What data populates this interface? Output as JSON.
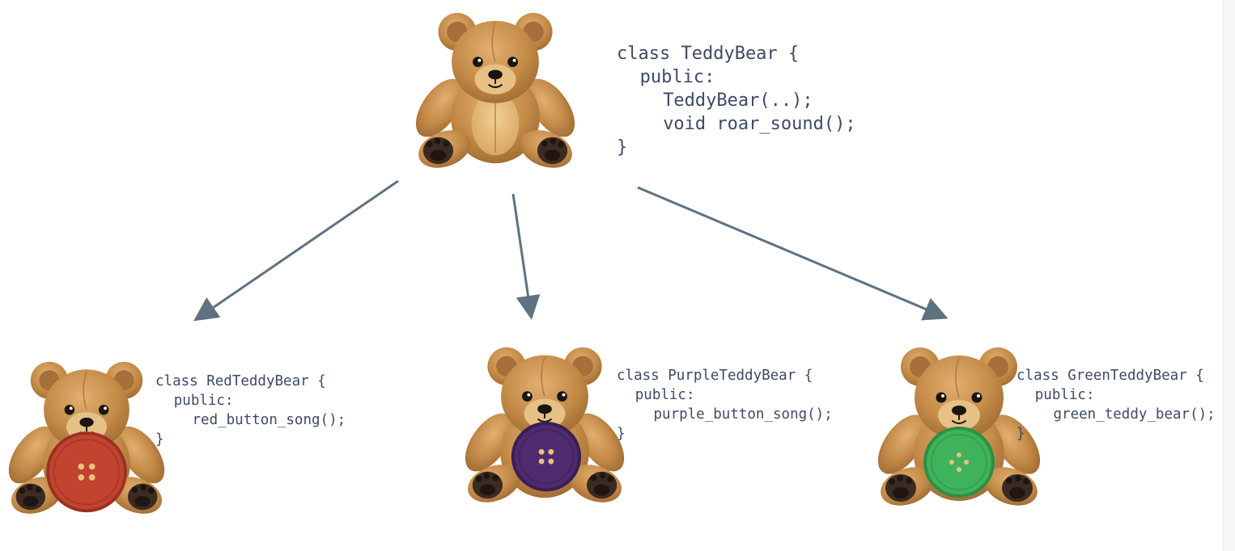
{
  "colors": {
    "arrow": "#5e7282",
    "code_text": "#3d4a66",
    "bear_fur": "#c8924f",
    "red_button": "#c2432f",
    "purple_button": "#4e2a6e",
    "green_button": "#3fb35b"
  },
  "parent": {
    "icon": "teddy-bear-icon",
    "code": {
      "line1": "class TeddyBear {",
      "line2": "public:",
      "line3": "TeddyBear(..);",
      "line4": "void roar_sound();",
      "line5": "}"
    }
  },
  "children": {
    "red": {
      "icon": "teddy-bear-red-button-icon",
      "code": {
        "line1": "class RedTeddyBear {",
        "line2": "public:",
        "line3": "red_button_song();",
        "line4": "}"
      }
    },
    "purple": {
      "icon": "teddy-bear-purple-button-icon",
      "code": {
        "line1": "class PurpleTeddyBear {",
        "line2": "public:",
        "line3": "purple_button_song();",
        "line4": "}"
      }
    },
    "green": {
      "icon": "teddy-bear-green-button-icon",
      "code": {
        "line1": "class GreenTeddyBear {",
        "line2": "public:",
        "line3": "green_teddy_bear();",
        "line4": "}"
      }
    }
  }
}
